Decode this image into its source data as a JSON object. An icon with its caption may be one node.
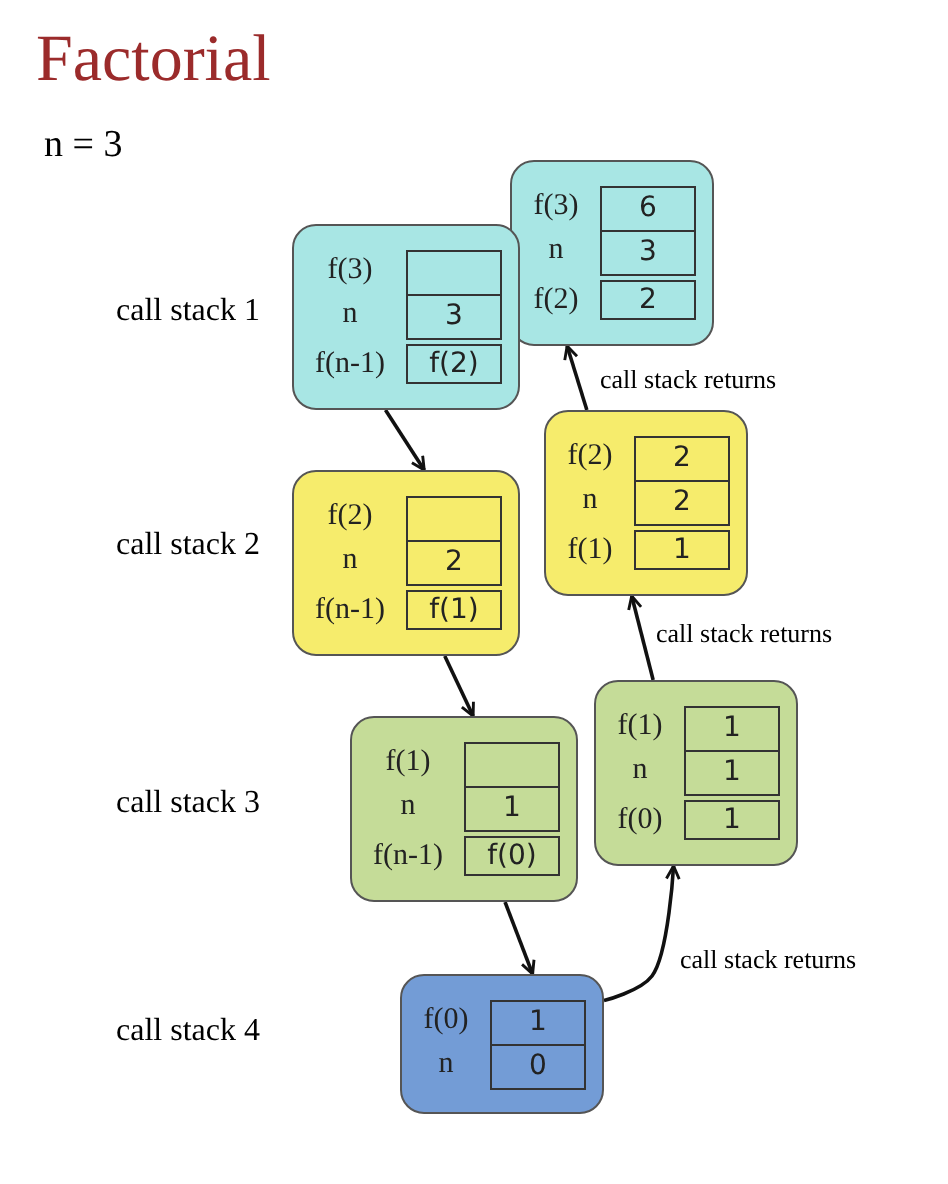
{
  "diagram": {
    "title": "Factorial",
    "nodes": [
      {
        "text": [],
        "shape": "box"
      },
      {
        "text": [
          "6"
        ],
        "in": 0,
        "beside": [
          "f(3)"
        ]
      },
      {
        "text": [
          "3"
        ],
        "in": 0,
        "beside": [
          "n"
        ]
      },
      {
        "text": [
          "2"
        ],
        "in": 0,
        "beside": [
          "f(2)"
        ]
      },
      {
        "text": [],
        "shape": "box"
      },
      {
        "text": [],
        "shape": "box",
        "in": 4,
        "beside": [
          "f(3)"
        ]
      },
      {
        "text": [
          "3"
        ],
        "in": 4,
        "beside": [
          "n"
        ]
      },
      {
        "text": [
          "f(2)"
        ],
        "in": 4,
        "beside": [
          "f(n-1)"
        ]
      },
      {
        "text": [],
        "shape": "box"
      },
      {
        "text": [
          "2"
        ],
        "in": 8,
        "beside": [
          "f(2)"
        ]
      },
      {
        "text": [
          "2"
        ],
        "in": 8,
        "beside": [
          "n"
        ]
      },
      {
        "text": [
          "1"
        ],
        "in": 8,
        "beside": [
          "f(1)"
        ]
      },
      {
        "text": [],
        "shape": "box"
      },
      {
        "text": [],
        "shape": "box",
        "in": 12,
        "beside": [
          "f(2)"
        ]
      },
      {
        "text": [
          "2"
        ],
        "in": 12,
        "beside": [
          "n"
        ]
      },
      {
        "text": [
          "f(1)"
        ],
        "in": 12,
        "beside": [
          "f(n-1)"
        ]
      },
      {
        "text": [],
        "shape": "box"
      },
      {
        "text": [
          "1"
        ],
        "in": 16,
        "beside": [
          "f(1)"
        ]
      },
      {
        "text": [
          "1"
        ],
        "in": 16,
        "beside": [
          "n"
        ]
      },
      {
        "text": [
          "1"
        ],
        "in": 16,
        "beside": [
          "f(0)"
        ]
      },
      {
        "text": [],
        "shape": "box"
      },
      {
        "text": [],
        "shape": "box",
        "in": 20,
        "beside": [
          "f(1)"
        ]
      },
      {
        "text": [
          "1"
        ],
        "in": 20,
        "beside": [
          "n"
        ]
      },
      {
        "text": [
          "f(0)"
        ],
        "in": 20,
        "beside": [
          "f(n-1)"
        ]
      },
      {
        "text": [],
        "shape": "box"
      },
      {
        "text": [
          "1"
        ],
        "in": 24,
        "beside": [
          "f(0)"
        ]
      },
      {
        "text": [
          "0"
        ],
        "in": 24,
        "beside": [
          "n"
        ]
      }
    ],
    "edges": [
      {
        "from": 4,
        "to": 12,
        "arrow": "to"
      },
      {
        "from": 12,
        "to": 20,
        "arrow": "to"
      },
      {
        "from": 20,
        "to": 24,
        "arrow": "to"
      },
      {
        "from": 24,
        "to": 16,
        "arrow": "to",
        "label": "call stack returns"
      },
      {
        "from": 16,
        "to": 8,
        "arrow": "to",
        "label": "call stack returns"
      },
      {
        "from": 8,
        "to": 0,
        "arrow": "to",
        "label": "call stack returns"
      }
    ],
    "labels": [
      "n = 3",
      "call stack 1",
      "call stack 2",
      "call stack 3",
      "call stack 4"
    ]
  }
}
